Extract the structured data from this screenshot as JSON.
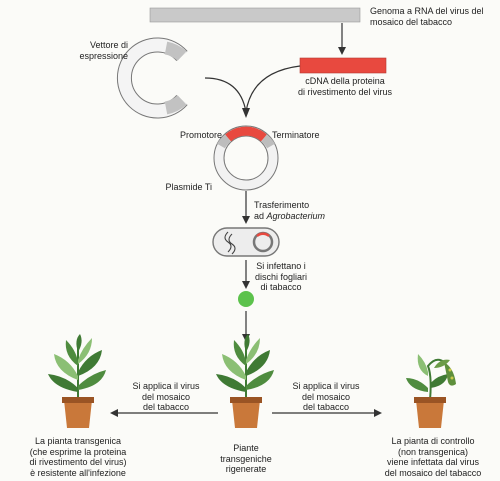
{
  "labels": {
    "genome": "Genoma a RNA del virus del\nmosaico del tabacco",
    "vector": "Vettore di\nespressione",
    "cdna": "cDNA della proteina\ndi rivestimento del virus",
    "promoter": "Promotore",
    "terminator": "Terminatore",
    "plasmid": "Plasmide Ti",
    "transfer_line1": "Trasferimento",
    "transfer_prefix": "ad ",
    "transfer_italic": "Agrobacterium",
    "infect": "Si infettano i\ndischi fogliari\ndi tabacco",
    "virus_left": "Si applica il virus\ndel mosaico\ndel tabacco",
    "virus_right": "Si applica il virus\ndel mosaico\ndel tabacco",
    "plant_left": "La pianta transgenica\n(che esprime la proteina\ndi rivestimento del virus)\nè resistente all'infezione",
    "plant_center": "Piante\ntransgeniche\nrigenerate",
    "plant_right": "La pianta di controllo\n(non transgenica)\nviene infettata dal virus\ndel mosaico del tabacco"
  },
  "colors": {
    "insert_red": "#e8493f",
    "genome_gray": "#c9c9c9",
    "disc_green": "#5cc24c",
    "leaf_green": "#3f7a34",
    "leaf_light": "#8bbf74",
    "pot": "#c9783a",
    "pot_dark": "#9a5424"
  }
}
